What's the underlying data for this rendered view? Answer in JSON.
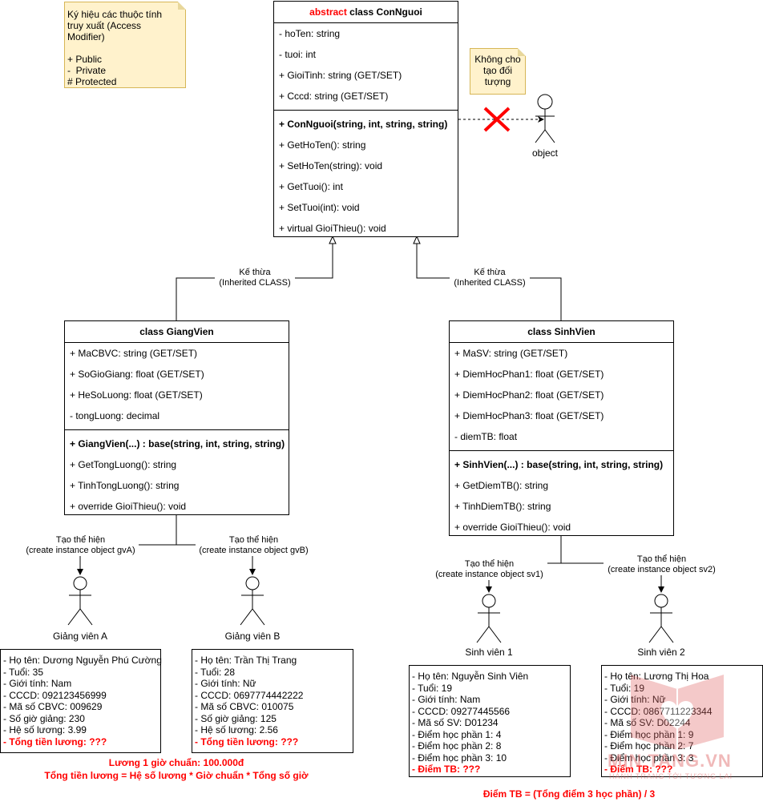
{
  "legend": {
    "title": "Ký hiệu các thuộc tính truy xuất (Access Modifier)",
    "items": [
      "+ Public",
      "-  Private",
      "# Protected"
    ]
  },
  "no_object_note": "Không cho tạo đối tượng",
  "object_actor_label": "object",
  "con_nguoi": {
    "title_prefix": "abstract",
    "title": "class ConNguoi",
    "attributes": [
      "- hoTen: string",
      "- tuoi: int",
      "+ GioiTinh: string (GET/SET)",
      "+ Cccd: string (GET/SET)"
    ],
    "constructor": "+ ConNguoi(string, int, string, string)",
    "methods": [
      "+ GetHoTen(): string",
      "+ SetHoTen(string): void",
      "+ GetTuoi(): int",
      "+ SetTuoi(int): void",
      "+ virtual GioiThieu(): void"
    ]
  },
  "inherit_label_line1": "Kế thừa",
  "inherit_label_line2": "(Inherited CLASS)",
  "giang_vien": {
    "title": "class GiangVien",
    "attributes": [
      "+ MaCBVC: string (GET/SET)",
      "+ SoGioGiang: float (GET/SET)",
      "+ HeSoLuong: float (GET/SET)",
      "- tongLuong: decimal"
    ],
    "constructor": "+ GiangVien(...) : base(string, int, string, string)",
    "methods": [
      "+ GetTongLuong(): string",
      "+ TinhTongLuong(): string",
      "+ override GioiThieu(): void"
    ]
  },
  "sinh_vien": {
    "title": "class SinhVien",
    "attributes": [
      "+ MaSV: string (GET/SET)",
      "+ DiemHocPhan1: float (GET/SET)",
      "+ DiemHocPhan2: float (GET/SET)",
      "+ DiemHocPhan3: float (GET/SET)",
      "- diemTB: float"
    ],
    "constructor": "+ SinhVien(...) : base(string, int, string, string)",
    "methods": [
      "+ GetDiemTB(): string",
      "+ TinhDiemTB(): string",
      "+ override GioiThieu(): void"
    ]
  },
  "instance_labels": {
    "line1": "Tạo thể hiện",
    "gvA": "(create instance object gvA)",
    "gvB": "(create instance object gvB)",
    "sv1": "(create instance object sv1)",
    "sv2": "(create instance object sv2)"
  },
  "actors": {
    "gvA": "Giảng viên A",
    "gvB": "Giảng viên B",
    "sv1": "Sinh viên 1",
    "sv2": "Sinh viên 2"
  },
  "gvA_info": [
    "- Họ tên: Dương Nguyễn Phú Cường",
    "- Tuổi: 35",
    "- Giới tính: Nam",
    "- CCCD: 092123456999",
    "- Mã số CBVC: 009629",
    "- Số giờ giảng: 230",
    "- Hệ số lương: 3.99",
    "- Tổng tiền lương: ???"
  ],
  "gvB_info": [
    "- Họ tên: Trần Thị Trang",
    "- Tuổi: 28",
    "- Giới tính: Nữ",
    "- CCCD: 0697774442222",
    "- Mã số CBVC: 010075",
    "- Số giờ giảng: 125",
    "- Hệ số lương: 2.56",
    "- Tổng tiền lương: ???"
  ],
  "sv1_info": [
    "- Họ tên: Nguyễn Sinh Viên",
    "- Tuổi: 19",
    "- Giới tính: Nam",
    "- CCCD: 09277445566",
    "- Mã số SV: D01234",
    "- Điểm học phần 1: 4",
    "- Điểm học phần 2: 8",
    "- Điểm học phần 3: 10",
    "- Điểm TB: ???"
  ],
  "sv2_info": [
    "- Họ tên: Lương Thị Hoa",
    "- Tuổi: 19",
    "- Giới tính: Nữ",
    "- CCCD: 0867711223344",
    "- Mã số SV: D02244",
    "- Điểm học phần 1: 9",
    "- Điểm học phần 2: 7",
    "- Điểm học phần 3: 3",
    "- Điểm TB: ???"
  ],
  "salary_formula_line1": "Lương 1 giờ chuẩn: 100.000đ",
  "salary_formula_line2": "Tổng tiền lương = Hệ số lương * Giờ chuẩn * Tổng số giờ",
  "gpa_formula": "Điểm TB = (Tổng điểm 3 học phần) / 3",
  "watermark": {
    "brand": "MIN TANG.VN",
    "slogan": "HÀNH TRANG TỚI TƯƠNG LAI"
  },
  "colors": {
    "note_bg": "#fff2cc",
    "note_border": "#d6b656",
    "accent_red": "#ff0000",
    "cross": "#ff0000"
  }
}
